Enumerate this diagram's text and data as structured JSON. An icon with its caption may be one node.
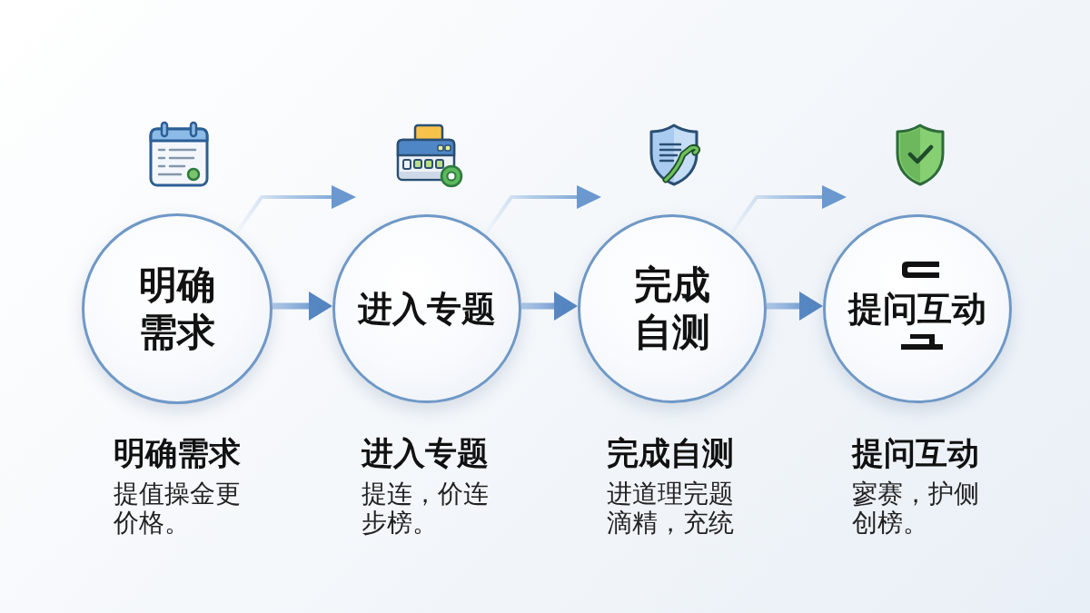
{
  "diagram": {
    "nodes": [
      {
        "text": [
          "明确需求"
        ],
        "beside": [
          "明确需求",
          "提值操金更价格。"
        ]
      },
      {
        "text": [
          "进入专题"
        ],
        "beside": [
          "进入专题",
          "提连，价连步榜。"
        ]
      },
      {
        "text": [
          "完成自测"
        ],
        "beside": [
          "完成自测",
          "进道理完题滴精，充统"
        ]
      },
      {
        "text": [
          "提问互动"
        ],
        "beside": [
          "提问互动",
          "寥赛，护侧创榜。"
        ]
      }
    ],
    "edges": [
      {
        "from": 0,
        "to": 1,
        "arrow": "to"
      },
      {
        "from": 0,
        "to": 1,
        "arrow": "to"
      },
      {
        "from": 1,
        "to": 2,
        "arrow": "to"
      },
      {
        "from": 1,
        "to": 2,
        "arrow": "to"
      },
      {
        "from": 2,
        "to": 3,
        "arrow": "to"
      },
      {
        "from": 2,
        "to": 3,
        "arrow": "to"
      }
    ]
  }
}
